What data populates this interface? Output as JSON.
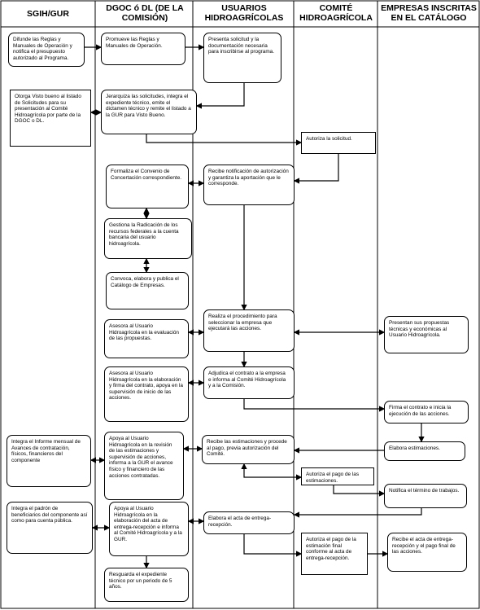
{
  "lanes": [
    {
      "title": "SGIH/GUR"
    },
    {
      "title": "DGOC ó DL (DE LA COMISIÓN)"
    },
    {
      "title": "USUARIOS HIDROAGRÍCOLAS"
    },
    {
      "title": "COMITÉ HIDROAGRÍCOLA"
    },
    {
      "title": "EMPRESAS INSCRITAS EN EL CATÁLOGO"
    }
  ],
  "steps": {
    "s1": "Difunde las Reglas y Manuales de Operación y notifica el presupuesto autorizado al Programa.",
    "s2": "Promueve las Reglas y Manuales de Operación.",
    "s3": "Presenta solicitud y la documentación necesaria para inscribirse al programa.",
    "s4": "Otorga Visto bueno al listado de Solicitudes para su presentación al Comité Hidroagrícola por parte de la DGOC o DL.",
    "s5": "Jerarquiza las solicitudes, integra el expediente técnico, emite el dictamen técnico y remite el listado a la GUR para Visto Bueno.",
    "s6": "Autoriza la solicitud.",
    "s7": "Formaliza el Convenio de Concertación correspondiente.",
    "s8": "Recibe notificación de autorización y garantiza la aportación que le corresponde.",
    "s9": "Gestiona la Radicación de los recursos federales a la cuenta bancaria del usuario hidroagrícola.",
    "s10": "Convoca, elabora y publica el Catálogo de Empresas.",
    "s11": "Asesora al Usuario Hidroagrícola en la evaluación de las propuestas.",
    "s12": "Realiza el procedimiento para seleccionar la empresa que ejecutará las acciones.",
    "s13": "Presentan sus propuestas técnicas y económicas al Usuario Hidroagrícola.",
    "s14": "Asesora al Usuario Hidroagrícola en la elaboración y firma del contrato, apoya en la supervisión de inicio de las acciones.",
    "s15": "Adjudica el contrato a la empresa e informa al Comité Hidroagrícola y a la Comisión.",
    "s16": "Firma el contrato e inicia la ejecución de las acciones.",
    "s17": "Integra el Informe mensual de Avances de contratación, físicos, financieros del componente",
    "s18": "Apoya al Usuario Hidroagrícola en la revisión de las estimaciones y supervisión de acciones, informa a la GUR el avance físico y financiero de las acciones contratadas.",
    "s19": "Recibe las estimaciones y procede al pago, previa autorización del Comité.",
    "s20": "Elabora estimaciones.",
    "s21": "Autoriza el pago de las estimaciones.",
    "s22": "Notifica el término de trabajos.",
    "s23": "Integra el padrón de beneficiarios del componente así como para cuenta pública.",
    "s24": "Apoya al Usuario Hidroagrícola en la elaboración del acta de entrega-recepción e informa al Comité Hidroagrícola y a la GUR.",
    "s25": "Elabora el acta de entrega-recepción.",
    "s26": "Autoriza el pago de la estimación final conforme al acta de entrega-recepción.",
    "s27": "Recibe el acta de entrega-recepción y el pago final de las acciones.",
    "s28": "Resguarda el expediente técnico por un periodo de 5 años."
  }
}
